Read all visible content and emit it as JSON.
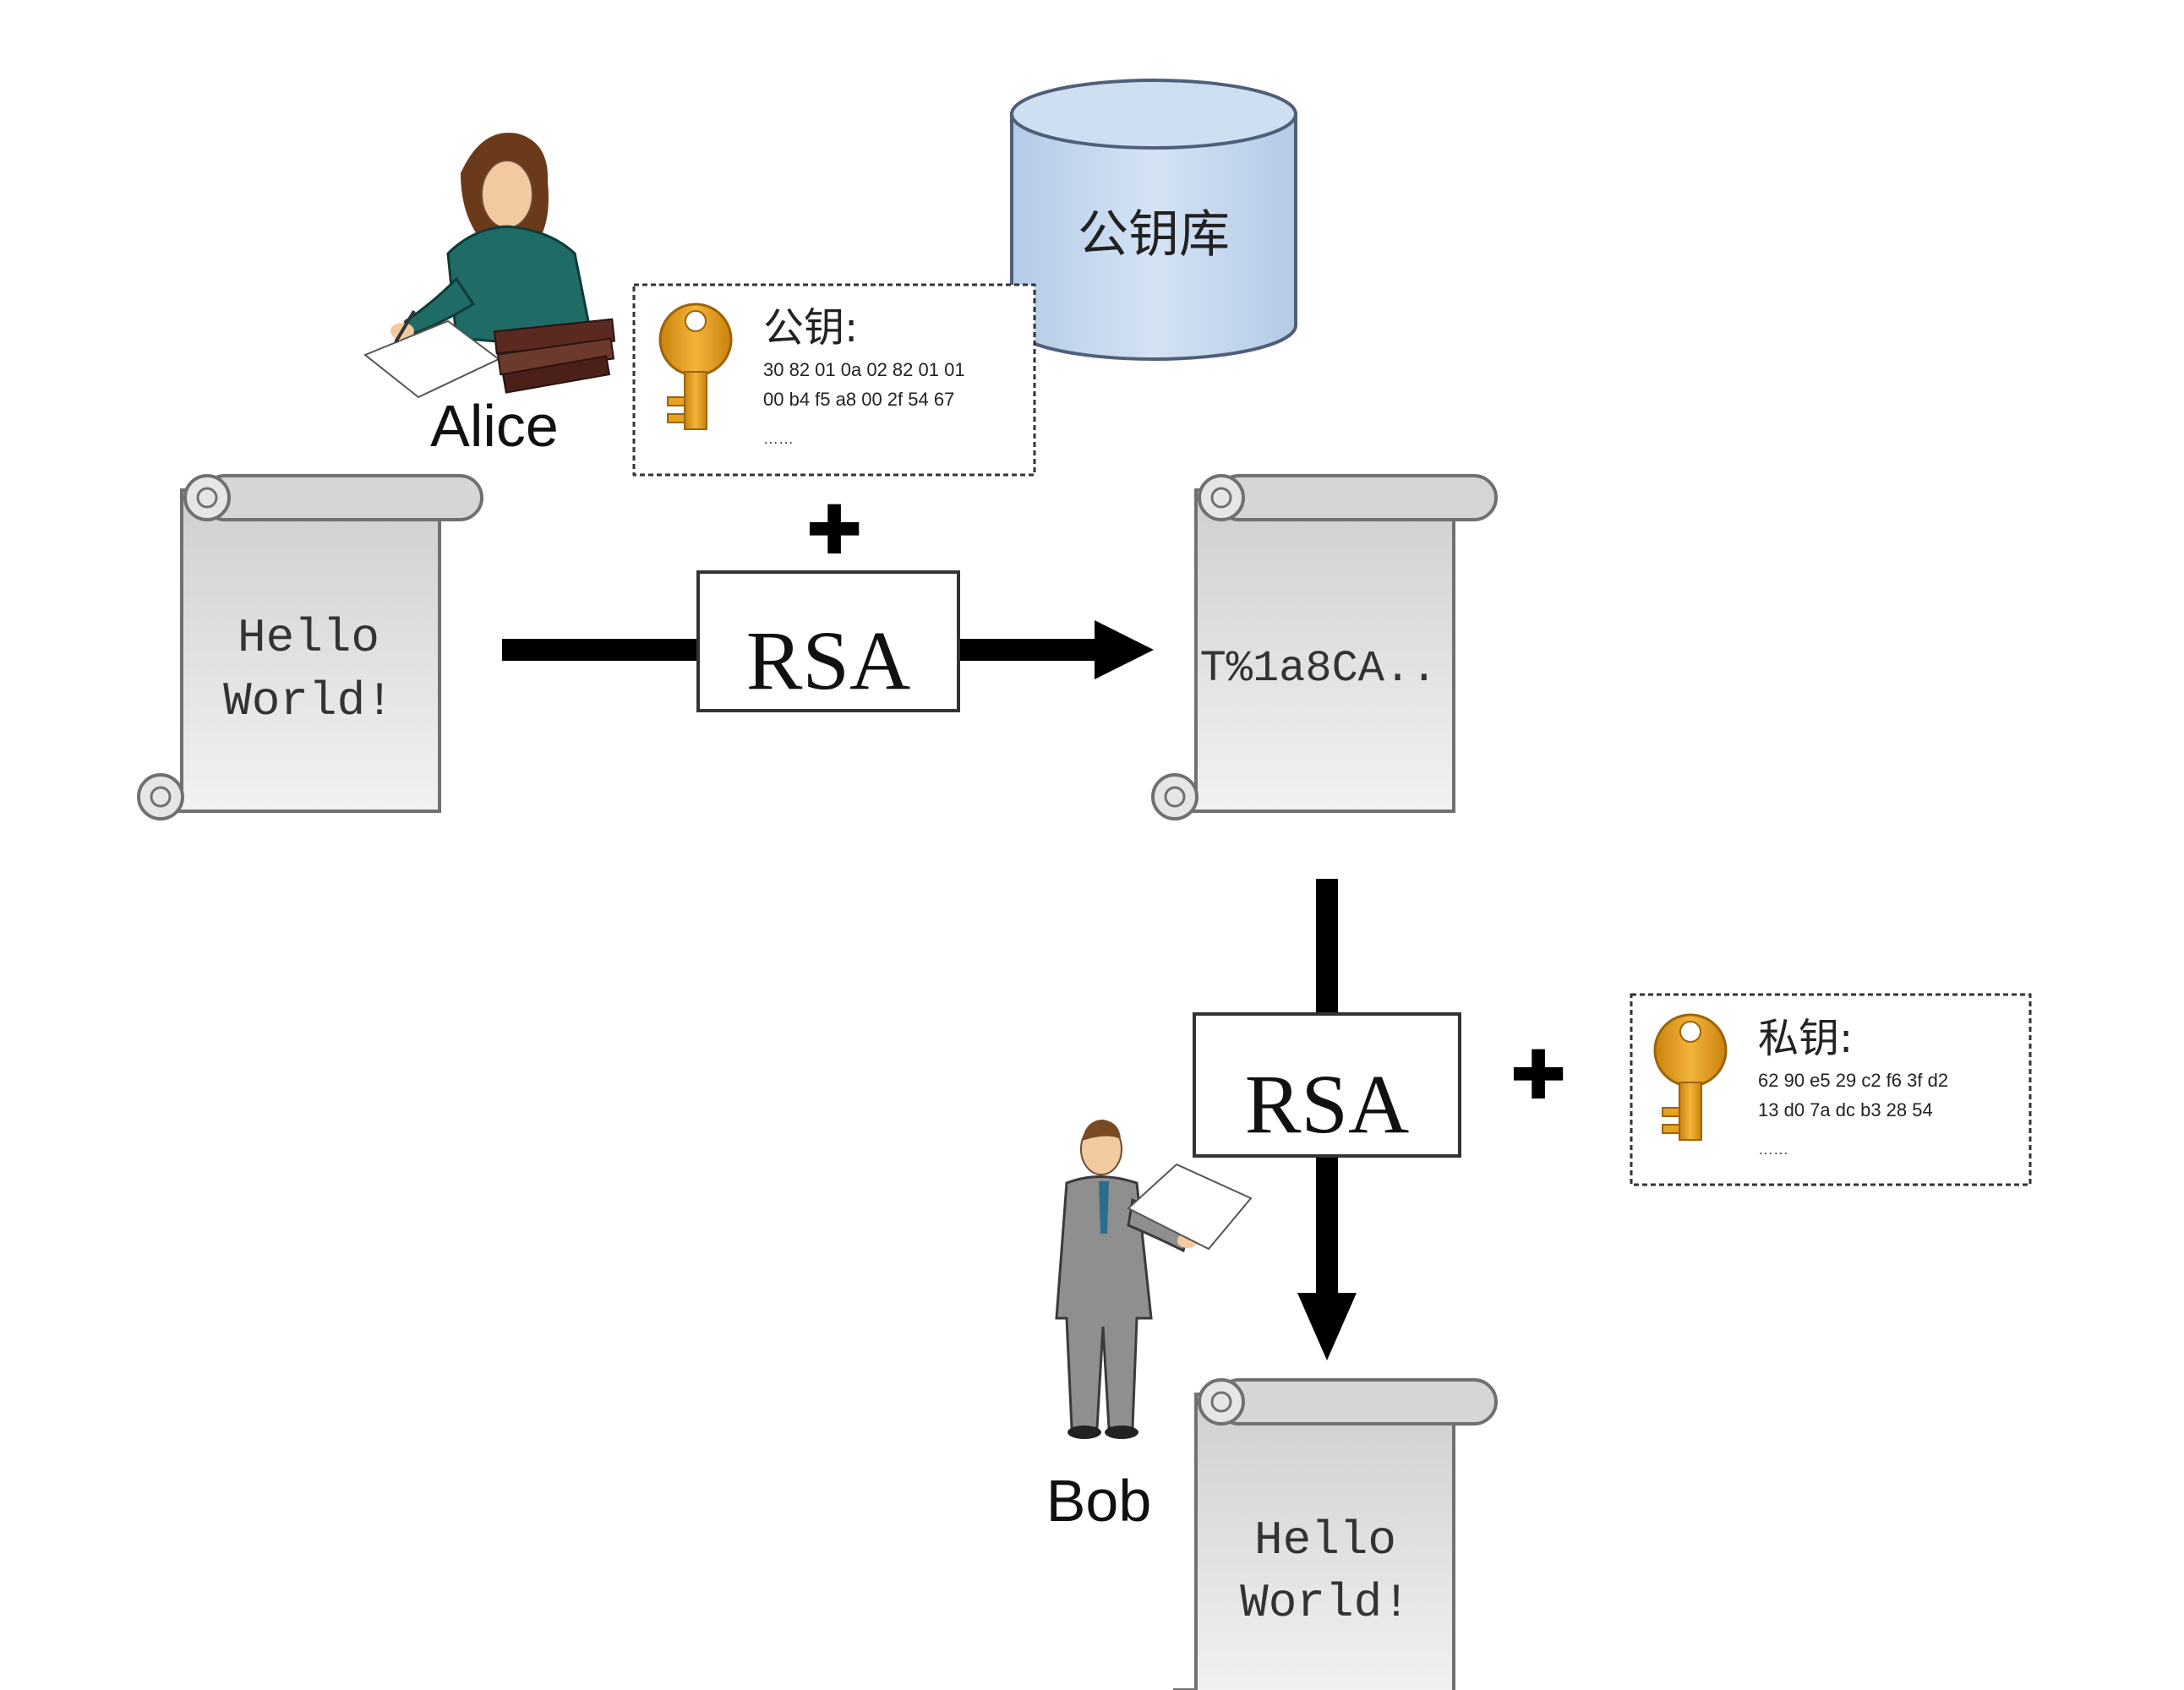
{
  "diagram": {
    "sender": {
      "name": "Alice"
    },
    "receiver": {
      "name": "Bob"
    },
    "key_store": {
      "label": "公钥库"
    },
    "public_key": {
      "title": "公钥:",
      "line1": "30 82 01 0a 02 82 01 01",
      "line2": "00 b4 f5 a8 00 2f 54 67",
      "ellipsis": "……"
    },
    "private_key": {
      "title": "私钥:",
      "line1": "62 90 e5 29 c2 f6 3f d2",
      "line2": "13 d0 7a dc b3 28 54",
      "ellipsis": "……"
    },
    "encrypt_box": {
      "label": "RSA"
    },
    "decrypt_box": {
      "label": "RSA"
    },
    "plaintext_doc": {
      "line1": "Hello",
      "line2": "World!"
    },
    "ciphertext_doc": {
      "text": "T%1a8CA.."
    },
    "decrypted_doc": {
      "line1": "Hello",
      "line2": "World!"
    },
    "plus_signs": {
      "symbol": "✚"
    },
    "colors": {
      "database_fill": "#c5d8ef",
      "database_stroke": "#4f5f79",
      "key_gold": "#e8a21f",
      "scroll_fill": "#e4e4e4",
      "scroll_stroke": "#707070",
      "alice_shirt": "#1f6b66",
      "alice_hair": "#6a3a1a",
      "bob_suit": "#8f8f8f",
      "arrow": "#000000"
    }
  }
}
